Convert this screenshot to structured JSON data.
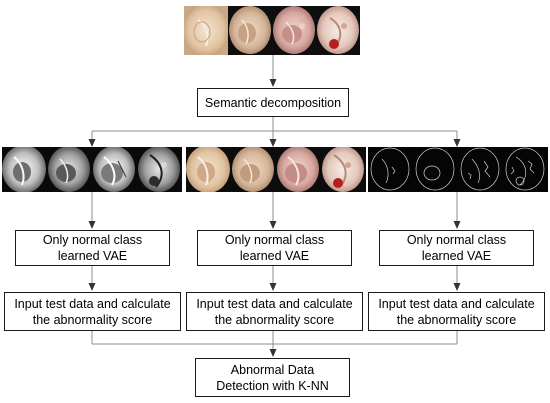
{
  "nodes": {
    "semantic": "Semantic decomposition",
    "vae": [
      "Only normal class\nlearned VAE",
      "Only normal class\nlearned VAE",
      "Only normal class\nlearned VAE"
    ],
    "score": [
      "Input test data and calculate\nthe abnormality score",
      "Input test data and calculate\nthe abnormality score",
      "Input test data and calculate\nthe abnormality score"
    ],
    "detect": "Abnormal Data\nDetection with K-NN"
  },
  "images": {
    "top": "color otoscopic images of ear drums",
    "left": "grayscale decomposed ear drum images",
    "middle": "color decomposed ear drum images",
    "right": "edge / outline decomposed ear drum images"
  },
  "colors": {
    "line": "#8c8c8c",
    "box_border": "#1a1a1a",
    "arrow": "#333333"
  }
}
